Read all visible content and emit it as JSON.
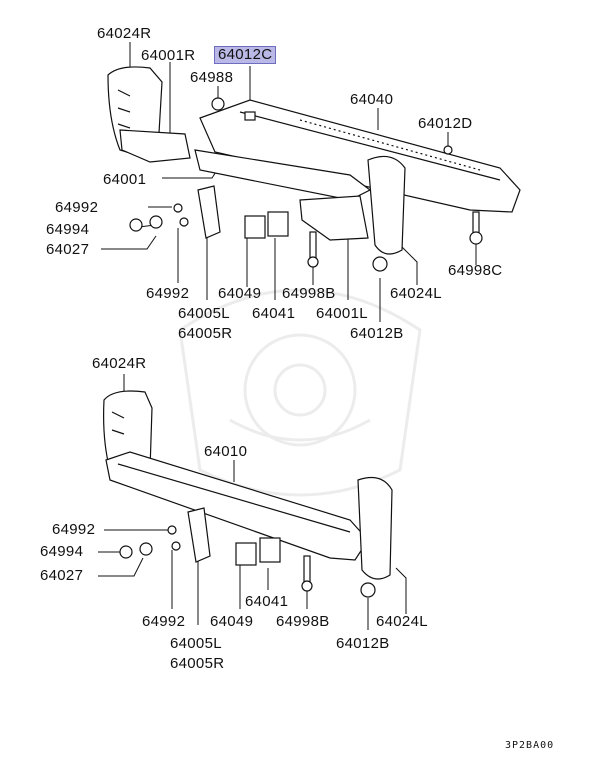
{
  "highlight_color": "#b9b8e6",
  "diagram_code": "3P2BA00",
  "top_labels": {
    "l64024R": "64024R",
    "l64001R": "64001R",
    "l64012C": "64012C",
    "l64988": "64988",
    "l64040": "64040",
    "l64012D": "64012D",
    "l64001": "64001",
    "l64992a": "64992",
    "l64994": "64994",
    "l64027": "64027",
    "l64992b": "64992",
    "l64049": "64049",
    "l64998B": "64998B",
    "l64001L": "64001L",
    "l64024L": "64024L",
    "l64998C": "64998C",
    "l64005L": "64005L",
    "l64041": "64041",
    "l64012B": "64012B",
    "l64005R": "64005R"
  },
  "bottom_labels": {
    "l64024R": "64024R",
    "l64010": "64010",
    "l64992a": "64992",
    "l64994": "64994",
    "l64027": "64027",
    "l64992b": "64992",
    "l64049": "64049",
    "l64998B": "64998B",
    "l64024L": "64024L",
    "l64041": "64041",
    "l64005L": "64005L",
    "l64012B": "64012B",
    "l64005R": "64005R"
  }
}
